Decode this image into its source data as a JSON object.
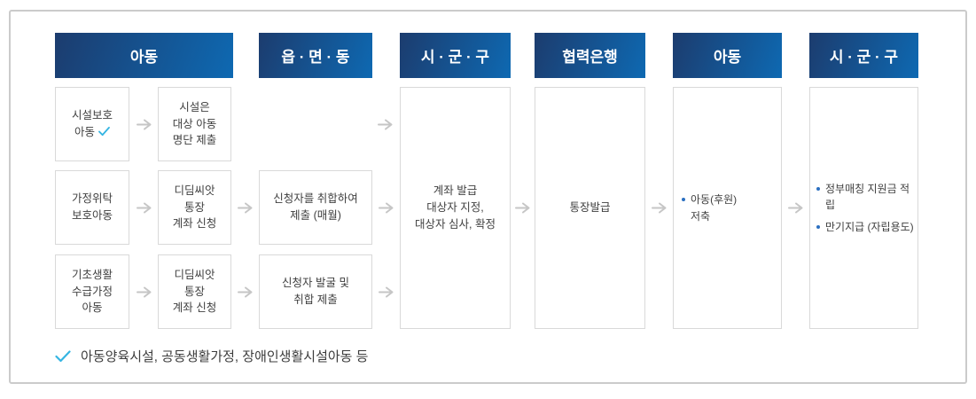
{
  "colors": {
    "header_gradient_start": "#1c3c6e",
    "header_gradient_end": "#0e69b2",
    "box_border": "#d9d9d9",
    "panel_border": "#cbcbcb",
    "arrow": "#c6c6c6",
    "check": "#35b5e2",
    "bullet": "#2b6fc1",
    "text": "#404040"
  },
  "icons": {
    "arrow_right": "→",
    "check": "✓",
    "bullet": "•"
  },
  "flow": {
    "headers": [
      {
        "label": "아동"
      },
      {
        "label": "읍 · 면 · 동"
      },
      {
        "label": "시 · 군 · 구"
      },
      {
        "label": "협력은행"
      },
      {
        "label": "아동"
      },
      {
        "label": "시 · 군 · 구"
      }
    ],
    "boxes": {
      "facility_child": {
        "lines": [
          "시설보호",
          "아동"
        ]
      },
      "facility_list": {
        "lines": [
          "시설은",
          "대상 아동",
          "명단 제출"
        ]
      },
      "foster_child": {
        "lines": [
          "가정위탁",
          "보호아동"
        ]
      },
      "seed_account_1": {
        "lines": [
          "디딤씨앗",
          "통장",
          "계좌 신청"
        ]
      },
      "basic_livelihood_child": {
        "lines": [
          "기초생활",
          "수급가정",
          "아동"
        ]
      },
      "seed_account_2": {
        "lines": [
          "디딤씨앗",
          "통장",
          "계좌 신청"
        ]
      },
      "collect_submit": {
        "lines": [
          "신청자를 취합하여",
          "제출 (매월)"
        ]
      },
      "discover_submit": {
        "lines": [
          "신청자 발굴 및",
          "취합 제출"
        ]
      },
      "account_issue": {
        "lines": [
          "계좌 발급",
          "대상자 지정,",
          "대상자 심사, 확정"
        ]
      },
      "passbook_issue": {
        "lines": [
          "통장발급"
        ]
      },
      "child_saving": {
        "line1": "아동(후원)",
        "line2": "저축"
      },
      "gov_match": {
        "bullets": [
          "정부매칭 지원금 적립",
          "만기지급 (자립용도)"
        ]
      }
    }
  },
  "footnote": {
    "text": "아동양육시설, 공동생활가정, 장애인생활시설아동 등"
  }
}
